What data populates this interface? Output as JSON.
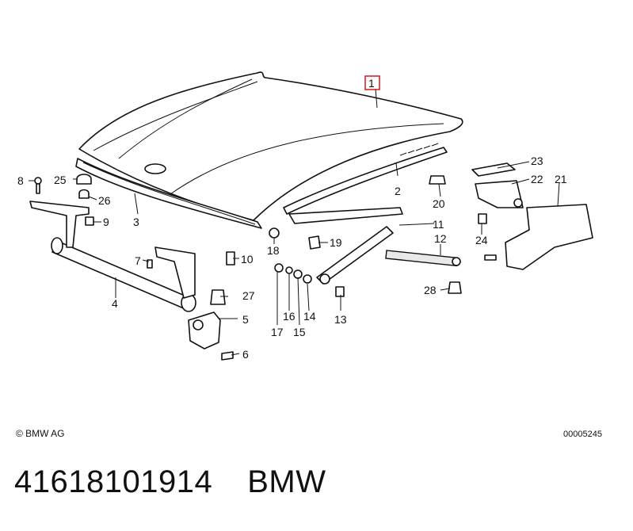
{
  "diagram": {
    "highlighted_part": "1",
    "callouts": [
      "1",
      "2",
      "3",
      "4",
      "5",
      "6",
      "7",
      "8",
      "9",
      "10",
      "11",
      "12",
      "13",
      "14",
      "15",
      "16",
      "17",
      "18",
      "19",
      "20",
      "21",
      "22",
      "23",
      "24",
      "25",
      "26",
      "27",
      "28"
    ],
    "copyright": "© BMW AG",
    "diagram_id": "00005245"
  },
  "footer": {
    "part_number": "41618101914",
    "brand": "BMW"
  }
}
